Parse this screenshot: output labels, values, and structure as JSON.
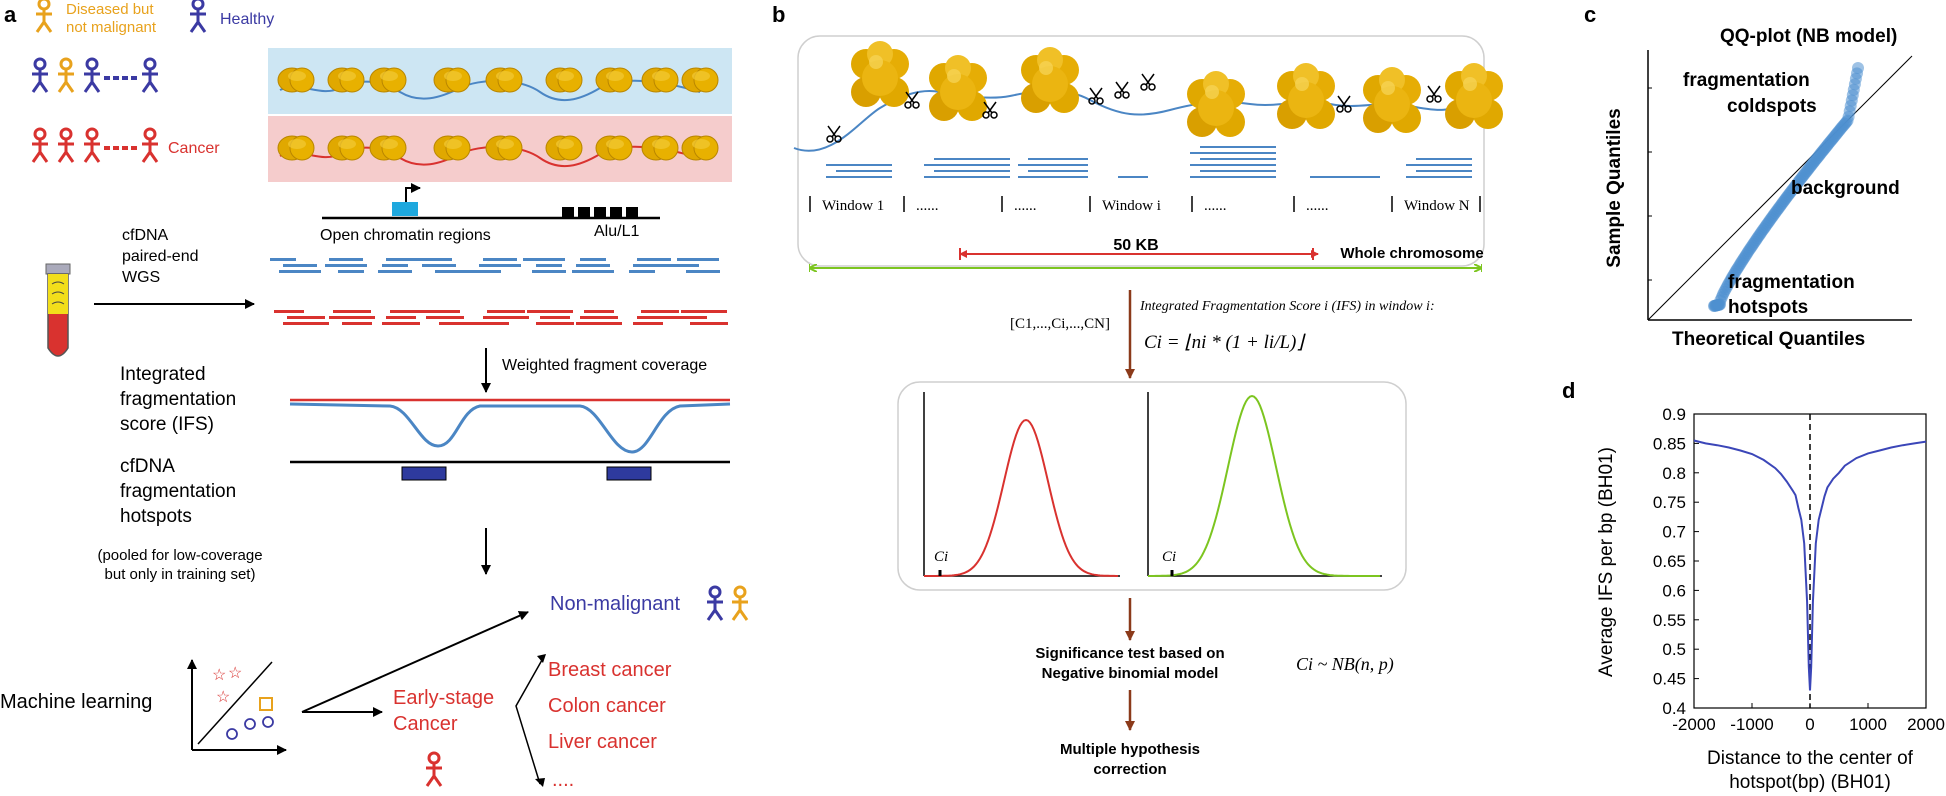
{
  "colors": {
    "diseased": "#e8a21d",
    "healthy": "#3b3aa3",
    "cancer": "#d9322f",
    "blue_band": "#cde6f3",
    "pink_band": "#f5cccc",
    "nucleosome": "#e0a800",
    "dna_blue": "#4b86c4",
    "dna_red": "#d9322f",
    "arrow_brown": "#8b3a1a",
    "green": "#7cc520",
    "hotspot_block": "#2e3a9e",
    "plot_blue": "#3b46b8",
    "qq_blue": "#4f8fcf"
  },
  "icons": [
    "person-icon",
    "tube-icon",
    "scissors-icon",
    "nucleosome-icon"
  ],
  "panel_a": {
    "label": "a",
    "legend_diseased": [
      "Diseased but",
      "not malignant"
    ],
    "legend_healthy": "Healthy",
    "legend_cancer": "Cancer",
    "cfdna_text": [
      "cfDNA",
      "paired-end",
      "WGS"
    ],
    "open_chromatin": "Open chromatin regions",
    "alu": "Alu/L1",
    "weighted": "Weighted fragment coverage",
    "ifs_text": [
      "Integrated",
      "fragmentation",
      "score (IFS)"
    ],
    "hotspots_text": [
      "cfDNA",
      "fragmentation",
      "hotspots"
    ],
    "pooled_text": [
      "(pooled for low-coverage",
      "but only in training set)"
    ],
    "machine_learning": "Machine learning",
    "non_malignant": "Non-malignant",
    "early_stage": [
      "Early-stage",
      "Cancer"
    ],
    "cancer_types": [
      "Breast cancer",
      "Colon cancer",
      "Liver cancer",
      "...."
    ]
  },
  "panel_b": {
    "label": "b",
    "windows": [
      "Window 1",
      "......",
      "......",
      "Window i",
      "......",
      "......",
      "Window N"
    ],
    "kb": "50 KB",
    "whole_chromosome": "Whole chromosome",
    "vector": "[C1,...,Ci,...,CN]",
    "ifs_title": "Integrated Fragmentation Score i (IFS) in window i:",
    "ifs_formula": "Ci = ⌊ni * (1 + li/L)⌋",
    "ci_label": "Ci",
    "significance": [
      "Significance test based on",
      "Negative binomial model"
    ],
    "nb_formula": "Ci ~ NB(n, p)",
    "multiple": [
      "Multiple hypothesis",
      "correction"
    ]
  },
  "panel_c": {
    "label": "c",
    "title": "QQ-plot (NB model)",
    "coldspots": [
      "fragmentation",
      "coldspots"
    ],
    "background": "background",
    "hotspots": [
      "fragmentation",
      "hotspots"
    ],
    "xlabel": "Theoretical Quantiles",
    "ylabel": "Sample Quantiles"
  },
  "panel_d": {
    "label": "d"
  },
  "chart_data": {
    "type": "line",
    "ylabel": "Average IFS per bp (BH01)",
    "xlabel": [
      "Distance to the center of",
      "hotspot(bp) (BH01)"
    ],
    "xlim": [
      -2000,
      2000
    ],
    "ylim": [
      0.4,
      0.9
    ],
    "x_ticks": [
      -2000,
      -1000,
      0,
      1000,
      2000
    ],
    "y_ticks": [
      0.4,
      0.45,
      0.5,
      0.55,
      0.6,
      0.65,
      0.7,
      0.75,
      0.8,
      0.85,
      0.9
    ],
    "x_tick_labels": [
      "-2000",
      "-1000",
      "0",
      "1000",
      "2000"
    ],
    "y_tick_labels": [
      "0.4",
      "0.45",
      "0.5",
      "0.55",
      "0.6",
      "0.65",
      "0.7",
      "0.75",
      "0.8",
      "0.85",
      "0.9"
    ],
    "vline_x": 0,
    "series": [
      {
        "x": [
          -2000,
          -1800,
          -1600,
          -1400,
          -1200,
          -1000,
          -800,
          -600,
          -500,
          -400,
          -300,
          -250,
          -200,
          -150,
          -100,
          -50,
          -20,
          0,
          20,
          50,
          100,
          150,
          200,
          250,
          300,
          400,
          500,
          600,
          800,
          1000,
          1200,
          1400,
          1600,
          1800,
          2000
        ],
        "y": [
          0.855,
          0.85,
          0.847,
          0.843,
          0.838,
          0.832,
          0.822,
          0.808,
          0.798,
          0.785,
          0.77,
          0.762,
          0.74,
          0.72,
          0.68,
          0.58,
          0.47,
          0.43,
          0.47,
          0.58,
          0.68,
          0.72,
          0.74,
          0.76,
          0.775,
          0.79,
          0.8,
          0.812,
          0.825,
          0.833,
          0.838,
          0.843,
          0.847,
          0.85,
          0.853
        ]
      }
    ]
  }
}
